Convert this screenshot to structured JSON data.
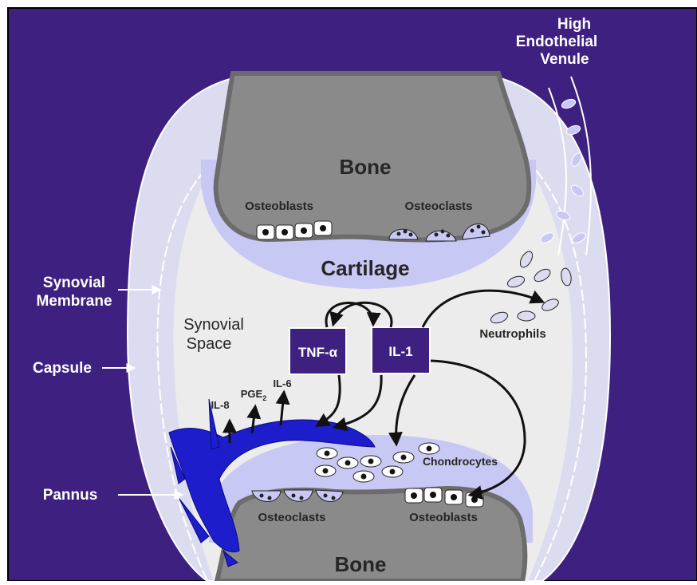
{
  "labels": {
    "high_endothelial_venule": [
      "High",
      "Endothelial",
      "Venule"
    ],
    "bone_top": "Bone",
    "bone_bottom": "Bone",
    "osteoblasts_top": "Osteoblasts",
    "osteoclasts_top": "Osteoclasts",
    "cartilage": "Cartilage",
    "synovial_membrane": [
      "Synovial",
      "Membrane"
    ],
    "synovial_space": [
      "Synovial",
      "Space"
    ],
    "capsule": "Capsule",
    "neutrophils": "Neutrophils",
    "tnf_alpha": "TNF-α",
    "il1": "IL-1",
    "il8": "IL-8",
    "pge2": "PGE",
    "pge2_sub": "2",
    "il6": "IL-6",
    "chondrocytes": "Chondrocytes",
    "pannus": "Pannus",
    "osteoclasts_bottom": "Osteoclasts",
    "osteoblasts_bottom": "Osteoblasts"
  },
  "colors": {
    "background": "#3e2080",
    "bone": "#8a8a8a",
    "bone_rim": "#6c6c6c",
    "cartilage": "#c8c8f4",
    "capsule": "#dcdcf0",
    "synovial_space": "#ececec",
    "pannus": "#1d1dcc",
    "box": "#3e2080"
  }
}
